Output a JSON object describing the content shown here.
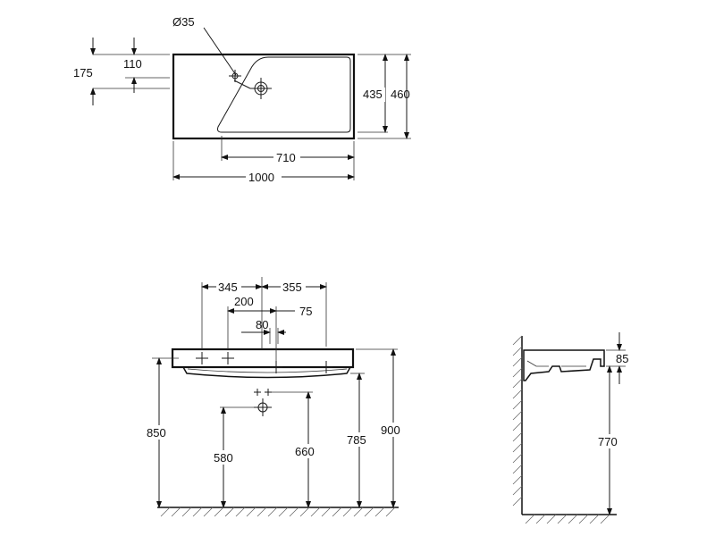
{
  "top_view": {
    "hole_diameter": "Ø35",
    "dim_offset_a": "175",
    "dim_offset_b": "110",
    "dim_basin_depth": "435",
    "dim_total_depth": "460",
    "dim_basin_width": "710",
    "dim_total_width": "1000"
  },
  "front_view": {
    "dim_left_holes": "345",
    "dim_right_holes": "355",
    "dim_tap_spacing": "200",
    "dim_tap_offset": "75",
    "dim_small_spacing": "80",
    "dim_floor_total": "850",
    "dim_drain_a": "580",
    "dim_drain_b": "660",
    "dim_underside": "785",
    "dim_top_height": "900"
  },
  "side_view": {
    "dim_depth": "85",
    "dim_height": "770"
  }
}
